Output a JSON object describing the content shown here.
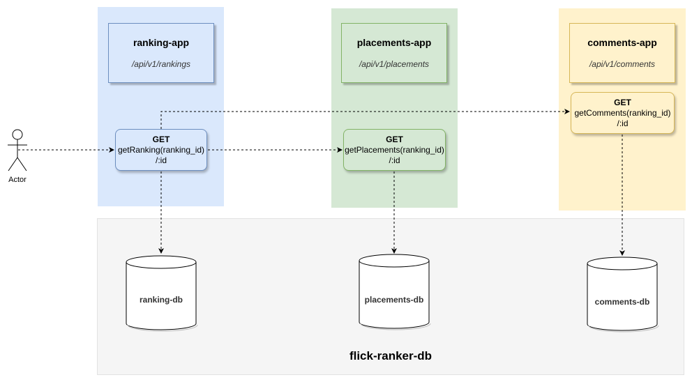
{
  "actor": {
    "label": "Actor"
  },
  "apps": [
    {
      "name": "ranking-app",
      "path": "/api/v1/rankings",
      "endpoint": {
        "method": "GET",
        "function": "getRanking(ranking_id)",
        "route": "/:id"
      },
      "color": "#dae8fc",
      "stroke": "#6c8ebf"
    },
    {
      "name": "placements-app",
      "path": "/api/v1/placements",
      "endpoint": {
        "method": "GET",
        "function": "getPlacements(ranking_id)",
        "route": "/:id"
      },
      "color": "#d5e8d4",
      "stroke": "#82b366"
    },
    {
      "name": "comments-app",
      "path": "/api/v1/comments",
      "endpoint": {
        "method": "GET",
        "function": "getComments(ranking_id)",
        "route": "/:id"
      },
      "color": "#fff2cc",
      "stroke": "#d6b656"
    }
  ],
  "databases": {
    "title": "flick-ranker-db",
    "items": [
      {
        "label": "ranking-db"
      },
      {
        "label": "placements-db"
      },
      {
        "label": "comments-db"
      }
    ]
  },
  "colors": {
    "db_region": "#f5f5f5",
    "connector": "#000000"
  }
}
